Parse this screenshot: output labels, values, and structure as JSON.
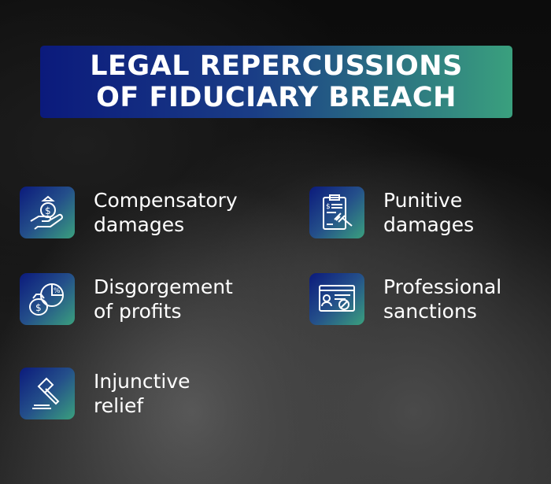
{
  "title": {
    "line1": "LEGAL REPERCUSSIONS",
    "line2": "OF FIDUCIARY BREACH"
  },
  "items": [
    {
      "icon": "money-bag-hand-icon",
      "line1": "Compensatory",
      "line2": "damages"
    },
    {
      "icon": "clipboard-gavel-icon",
      "line1": "Punitive",
      "line2": "damages"
    },
    {
      "icon": "money-bag-pie-chart-icon",
      "line1": "Disgorgement",
      "line2": "of profits"
    },
    {
      "icon": "license-prohibited-icon",
      "line1": "Professional",
      "line2": "sanctions"
    },
    {
      "icon": "gavel-icon",
      "line1": "Injunctive",
      "line2": "relief"
    }
  ]
}
